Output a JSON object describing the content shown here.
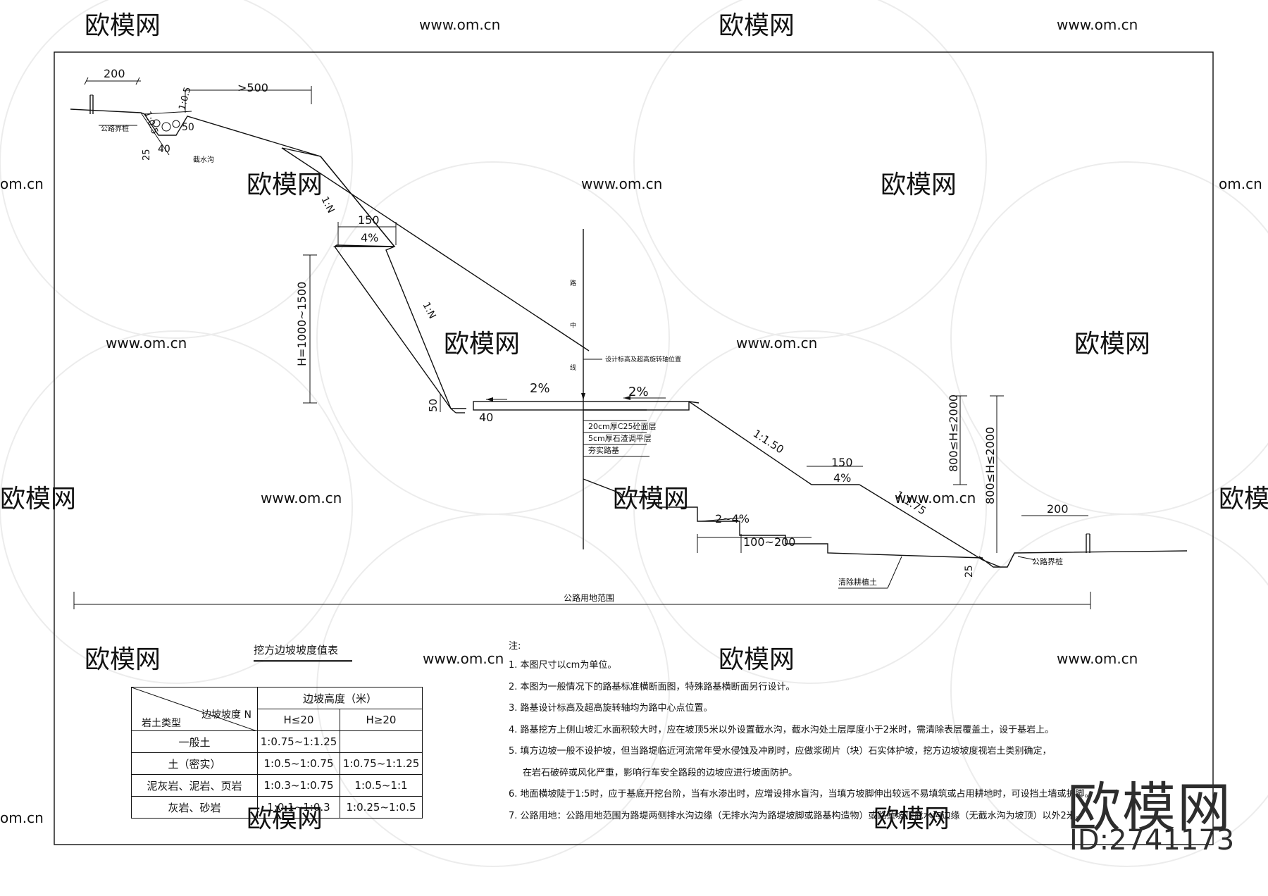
{
  "watermark": {
    "brand": "欧模网",
    "url": "www.om.cn",
    "url_partial": "om.cn"
  },
  "brand_logo": {
    "name": "欧模网",
    "id": "ID:2741173"
  },
  "dims": {
    "d200_left": "200",
    "d500": ">500",
    "d150_left": "150",
    "pct4_left": "4%",
    "h_left": "H=1000~1500",
    "d50_left": "50",
    "d40_left": "40",
    "pct2_left": "2%",
    "pct2_right": "2%",
    "d150_right": "150",
    "pct4_right": "4%",
    "h_right_a": "800≤H≤2000",
    "h_right_b": "800≤H≤2000",
    "d200_right": "200",
    "d25_right": "25",
    "step_pct": "2~4%",
    "step_width": "100~200",
    "ditch_25": "25",
    "ditch_40": "40",
    "ditch_50": "50"
  },
  "slopes": {
    "s1n_upper": "1:N",
    "s1n_lower": "1:N",
    "ditch_a": "1:0.5",
    "ditch_b": "1:0.5",
    "s150": "1:1.50",
    "s175": "1:1.75"
  },
  "labels": {
    "boundary_left": "公路界桩",
    "catch_ditch": "截水沟",
    "centerline_1": "路",
    "centerline_2": "中",
    "centerline_3": "线",
    "design_elev": "设计标高及超高旋转轴位置",
    "layer1": "20cm厚C25砼面层",
    "layer2": "5cm厚石渣调平层",
    "layer3": "夯实路基",
    "clear_topsoil": "清除耕植土",
    "boundary_right": "公路界桩",
    "land_range": "公路用地范围"
  },
  "table": {
    "title": "挖方边坡坡度值表",
    "corner_top": "边坡坡度 N",
    "corner_bottom": "岩土类型",
    "header_group": "边坡高度（米）",
    "col1": "H≤20",
    "col2": "H≥20",
    "rows": [
      {
        "type": "一般土",
        "c1": "1:0.75~1:1.25",
        "c2": ""
      },
      {
        "type": "土（密实）",
        "c1": "1:0.5~1:0.75",
        "c2": "1:0.75~1:1.25"
      },
      {
        "type": "泥灰岩、泥岩、页岩",
        "c1": "1:0.3~1:0.75",
        "c2": "1:0.5~1:1"
      },
      {
        "type": "灰岩、砂岩",
        "c1": "1:0.1~1:0.3",
        "c2": "1:0.25~1:0.5"
      }
    ]
  },
  "notes": {
    "heading": "注:",
    "items": [
      "1. 本图尺寸以cm为单位。",
      "2. 本图为一般情况下的路基标准横断面图，特殊路基横断面另行设计。",
      "3. 路基设计标高及超高旋转轴均为路中心点位置。",
      "4. 路基挖方上侧山坡汇水面积较大时，应在坡顶5米以外设置截水沟，截水沟处土层厚度小于2米时，需清除表层覆盖土，设于基岩上。",
      "5. 填方边坡一般不设护坡，但当路堤临近河流常年受水侵蚀及冲刷时，应做浆砌片（块）石实体护坡，挖方边坡坡度视岩土类别确定，",
      "   在岩石破碎或风化严重，影响行车安全路段的边坡应进行坡面防护。",
      "6. 地面横坡陡于1:5时，应于基底开挖台阶，当有水渗出时，应增设排水盲沟，当填方坡脚伸出较远不易填筑或占用耕地时，可设挡土墙或护脚。",
      "7. 公路用地：公路用地范围为路堤两侧排水沟边缘（无排水沟为路堤坡脚或路基构造物）或路堑坡顶截水沟边缘（无截水沟为坡顶）以外2米。"
    ]
  }
}
